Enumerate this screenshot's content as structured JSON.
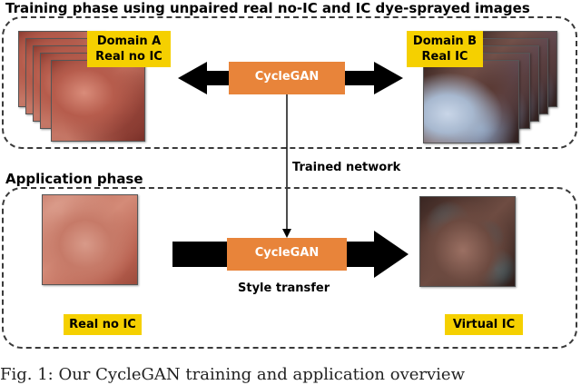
{
  "training": {
    "title": "Training phase using unpaired real no-IC and IC dye-sprayed images",
    "domain_a_line1": "Domain A",
    "domain_a_line2": "Real no IC",
    "domain_b_line1": "Domain B",
    "domain_b_line2": "Real IC",
    "cyclegan_label": "CycleGAN"
  },
  "link": {
    "trained_network_label": "Trained network"
  },
  "application": {
    "title": "Application phase",
    "cyclegan_label": "CycleGAN",
    "style_transfer_label": "Style transfer",
    "input_label": "Real no IC",
    "output_label": "Virtual IC"
  },
  "figure_caption": "Fig. 1: Our CycleGAN training and application overview",
  "colors": {
    "cyclegan_box": "#e8843a",
    "label_box": "#f5d000",
    "arrows": "#000000",
    "dashed_border": "#3a3a3a"
  }
}
